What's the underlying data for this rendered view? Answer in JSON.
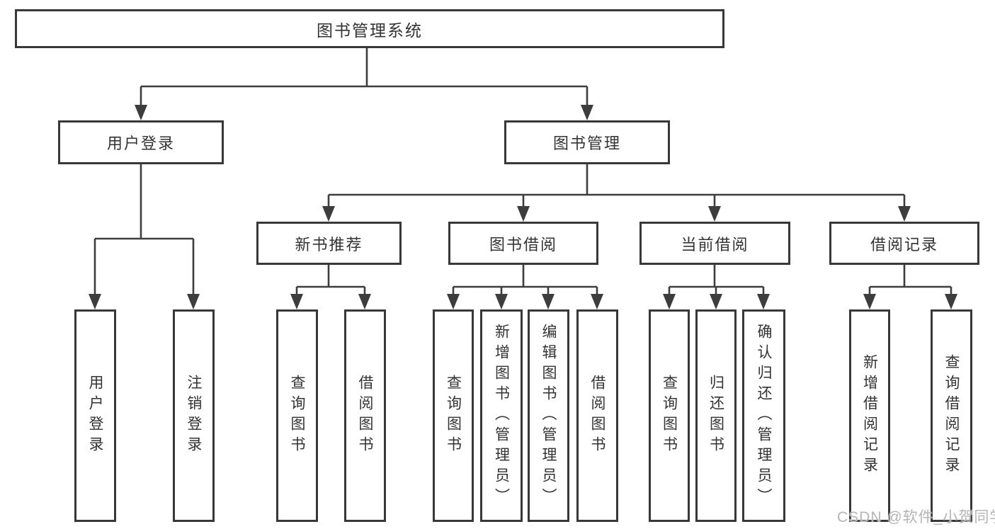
{
  "diagram_title": "图书管理系统",
  "nodes": {
    "root": "图书管理系统",
    "user_login": "用户登录",
    "book_management": "图书管理",
    "new_book_recommend": "新书推荐",
    "book_borrowing": "图书借阅",
    "current_borrowing": "当前借阅",
    "borrowing_records": "借阅记录",
    "ul_user_login": "用户登录",
    "ul_logout": "注销登录",
    "nb_query_books": "查询图书",
    "nb_borrow_books": "借阅图书",
    "bb_query_books": "查询图书",
    "bb_add_books": "新增图书（管理员）",
    "bb_edit_books": "编辑图书（管理员）",
    "bb_borrow_books": "借阅图书",
    "cb_query_books": "查询图书",
    "cb_return_books": "归还图书",
    "cb_confirm_return": "确认归还（管理员）",
    "br_add_record": "新增借阅记录",
    "br_query_record": "查询借阅记录"
  },
  "hierarchy": [
    {
      "parent": "图书管理系统",
      "children": [
        "用户登录",
        "图书管理"
      ]
    },
    {
      "parent": "用户登录",
      "children": [
        "用户登录",
        "注销登录"
      ]
    },
    {
      "parent": "图书管理",
      "children": [
        "新书推荐",
        "图书借阅",
        "当前借阅",
        "借阅记录"
      ]
    },
    {
      "parent": "新书推荐",
      "children": [
        "查询图书",
        "借阅图书"
      ]
    },
    {
      "parent": "图书借阅",
      "children": [
        "查询图书",
        "新增图书（管理员）",
        "编辑图书（管理员）",
        "借阅图书"
      ]
    },
    {
      "parent": "当前借阅",
      "children": [
        "查询图书",
        "归还图书",
        "确认归还（管理员）"
      ]
    },
    {
      "parent": "借阅记录",
      "children": [
        "新增借阅记录",
        "查询借阅记录"
      ]
    }
  ],
  "watermark": "CSDN @软件_小贺同学",
  "colors": {
    "background": "#ffffff",
    "box_border": "#383838",
    "connector": "#3d3d3d",
    "text": "#333333",
    "watermark": "#b5b5b5"
  }
}
